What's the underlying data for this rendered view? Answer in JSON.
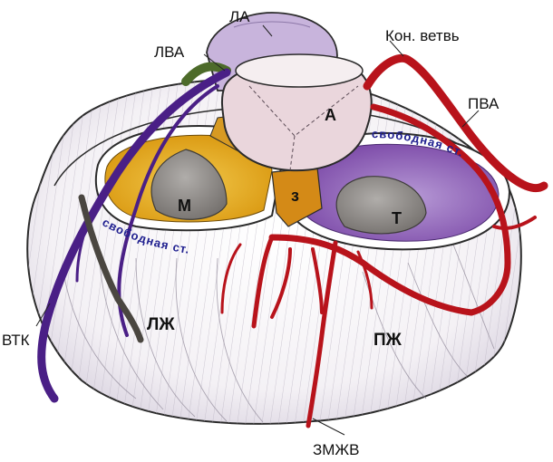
{
  "labels": {
    "la": "ЛА",
    "lva": "ЛВА",
    "kon_vetv": "Кон. ветвь",
    "pva": "ПВА",
    "vtk": "ВТК",
    "lzh": "ЛЖ",
    "pzh": "ПЖ",
    "zmzhv": "ЗМЖВ"
  },
  "valves": {
    "aortic": "А",
    "mitral": "М",
    "tricuspid": "Т",
    "z": "з"
  },
  "wall_labels": {
    "left": "свободная ст.",
    "right": "свободная ст."
  },
  "colors": {
    "artery_red": "#b8131b",
    "vein_purple": "#4a1f86",
    "mitral_gold": "#e2a51a",
    "tricuspid_purple": "#9a6ec0",
    "cusp_grey": "#8f8c8a",
    "aorta_pink": "#ead6dc",
    "pulmonary_lilac": "#c8b4dc"
  }
}
